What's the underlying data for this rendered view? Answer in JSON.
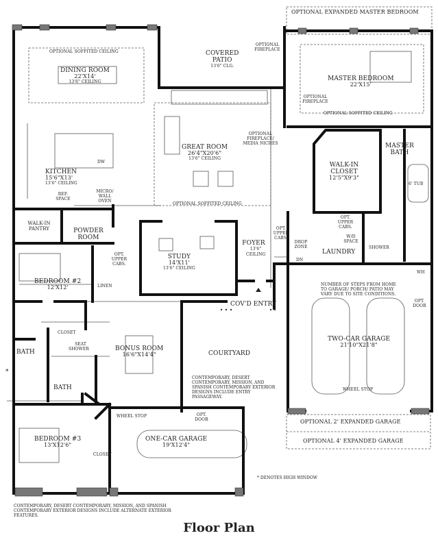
{
  "rooms": {
    "dining": {
      "name": "DINING ROOM",
      "dim": "22'X14'",
      "ceiling": "13'6\" CEILING"
    },
    "dining_soffit": "OPTIONAL SOFFITED CEILING",
    "covered_patio": {
      "name1": "COVERED",
      "name2": "PATIO",
      "ceiling": "13'6\" CLG."
    },
    "opt_fireplace_top": "OPTIONAL FIREPLACE",
    "master_bedroom": {
      "name": "MASTER BEDROOM",
      "dim": "22'X15'"
    },
    "master_opt_fireplace": "OPTIONAL FIREPLACE",
    "master_soffit": "OPTIONAL SOFFITED CEILING",
    "opt_expanded_master": "OPTIONAL EXPANDED MASTER BEDROOM",
    "great_room": {
      "name": "GREAT ROOM",
      "dim": "26'4\"X20'6\"",
      "ceiling": "13'6\" CEILING"
    },
    "great_fireplace": "OPTIONAL FIREPLACE/ MEDIA NICHES",
    "great_soffit": "OPTIONAL SOFFITED CEILING",
    "kitchen": {
      "name": "KITCHEN",
      "dim": "15'6\"X13'",
      "ceiling": "13'6\" CEILING"
    },
    "dw": "DW",
    "ref_space": "REF. SPACE",
    "micro_wall_oven": "MICRO/ WALL OVEN",
    "walk_in_closet": {
      "name": "WALK-IN CLOSET",
      "dim": "12'5\"X9'3\""
    },
    "master_bath": {
      "name1": "MASTER",
      "name2": "BATH"
    },
    "tub": "6' TUB",
    "opt_upper_cabs_laundry": "OPT. UPPER CABS.",
    "wd_space": "W/D SPACE",
    "laundry": "LAUNDRY",
    "shower_master": "SHOWER",
    "walk_in_pantry": "WALK-IN PANTRY",
    "powder_room": "POWDER ROOM",
    "study": {
      "name": "STUDY",
      "dim": "14'X11'",
      "ceiling": "13'6\" CEILING"
    },
    "foyer": {
      "name": "FOYER",
      "ceiling": "13'6\" CEILING"
    },
    "opt_upper_cabs_foyer": "OPT. UPPER CABS.",
    "drop_zone": "DROP ZONE",
    "dn": "DN",
    "opt_upper_cabs_bed2": "OPT. UPPER CABS.",
    "bedroom2": {
      "name": "BEDROOM #2",
      "dim": "12'X12'"
    },
    "linen": "LINEN",
    "covd_entry": "COV'D ENTRY",
    "steps_note": "NUMBER OF STEPS FROM HOME TO GARAGE/ PORCH/ PATIO MAY VARY DUE TO SITE CONDITIONS.",
    "wh": "WH",
    "opt_door_garage": "OPT. DOOR",
    "two_car_garage": {
      "name": "TWO-CAR GARAGE",
      "dim": "21'10\"X21'8\""
    },
    "wheel_stop_two": "WHEEL STOP",
    "opt_2_garage": "OPTIONAL 2' EXPANDED GARAGE",
    "opt_4_garage": "OPTIONAL 4' EXPANDED GARAGE",
    "closet_bath": "CLOSET",
    "seat_shower": "SEAT SHOWER",
    "bath1": "BATH",
    "bath2": "BATH",
    "bonus_room": {
      "name": "BONUS ROOM",
      "dim": "16'6\"X14'4\""
    },
    "courtyard": "COURTYARD",
    "courtyard_note": "CONTEMPORARY, DESERT CONTEMPORARY, MISSION, AND SPANISH CONTEMPORARY EXTERIOR DESIGNS INCLUDE ENTRY PASSAGEWAY.",
    "wheel_stop_one": "WHEEL STOP",
    "opt_door_one": "OPT. DOOR",
    "one_car_garage": {
      "name": "ONE-CAR GARAGE",
      "dim": "19'X12'4\""
    },
    "bedroom3": {
      "name": "BEDROOM #3",
      "dim": "13'X12'6\""
    },
    "closet_bed3": "CLOSET"
  },
  "notes": {
    "high_window": "* DENOTES HIGH WINDOW",
    "bottom_note": "CONTEMPORARY, DESERT CONTEMPORARY, MISSION, AND SPANISH CONTEMPORARY EXTERIOR DESIGNS INCLUDE ALTERNATE EXTERIOR FEATURES.",
    "star": "*"
  },
  "title": "Floor Plan"
}
